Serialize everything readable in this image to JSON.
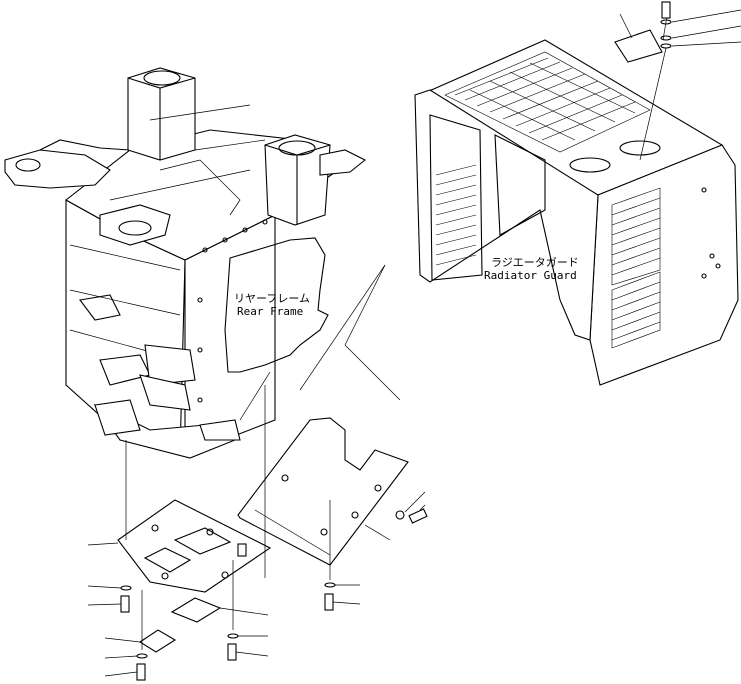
{
  "labels": {
    "rear_frame_jp": "リヤーフレーム",
    "rear_frame_en": "Rear Frame",
    "radiator_guard_jp": "ラジエータガード",
    "radiator_guard_en": "Radiator Guard"
  }
}
